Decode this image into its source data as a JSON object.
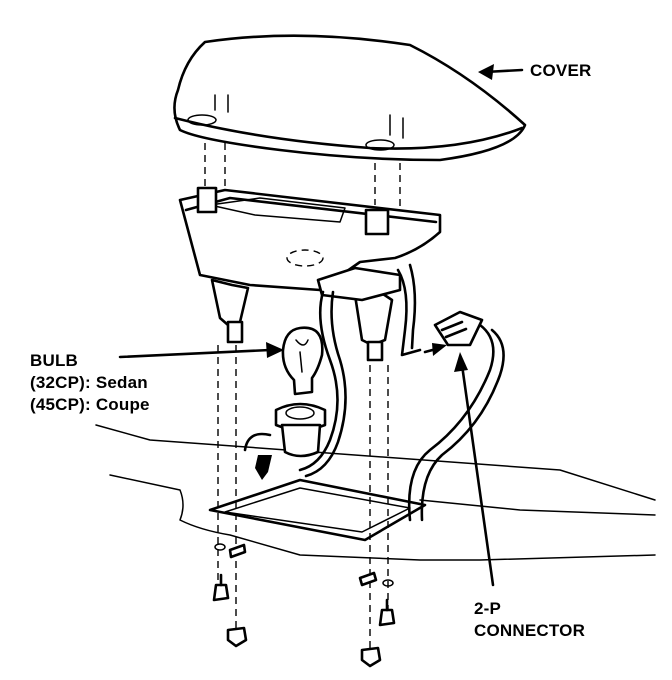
{
  "labels": {
    "cover": "COVER",
    "bulb_title": "BULB",
    "bulb_sedan": "(32CP): Sedan",
    "bulb_coupe": "(45CP): Coupe",
    "connector_line1": "2-P",
    "connector_line2": "CONNECTOR"
  },
  "colors": {
    "ink": "#000000",
    "paper": "#ffffff"
  }
}
